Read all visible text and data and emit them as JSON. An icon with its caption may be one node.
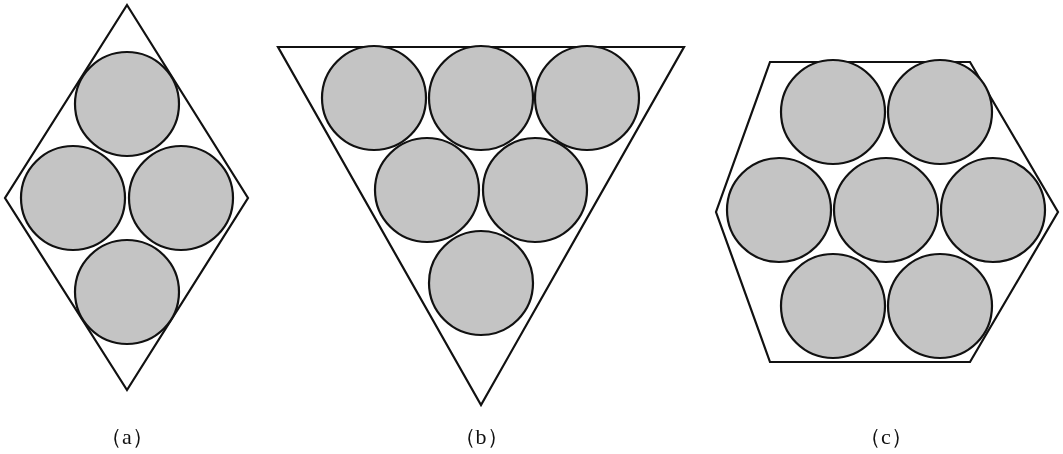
{
  "diagram": {
    "labels": [
      "（a）",
      "（b）",
      "（c）"
    ]
  }
}
